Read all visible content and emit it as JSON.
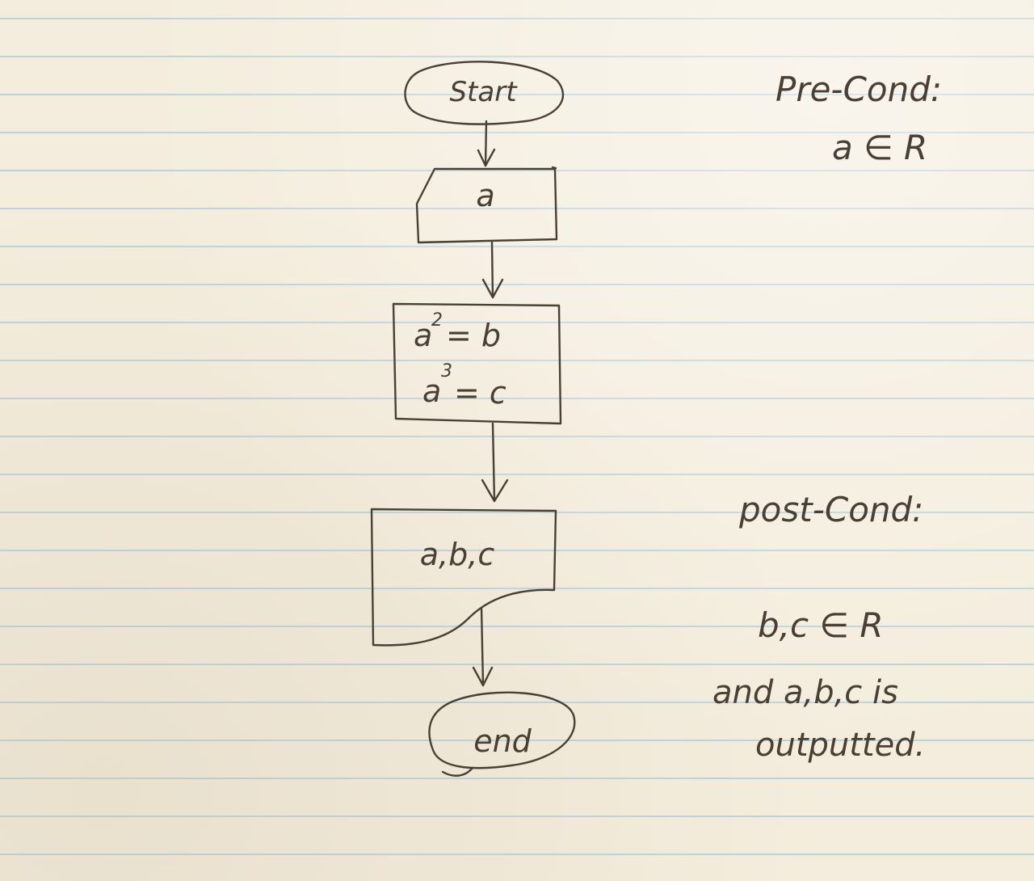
{
  "flowchart": {
    "start": "Start",
    "input": "a",
    "process": {
      "line1_base": "a",
      "line1_exp": "2",
      "line1_rest": "= b",
      "line2_base": "a",
      "line2_exp": "3",
      "line2_rest": "= c"
    },
    "output": "a,b,c",
    "end": "end"
  },
  "notes": {
    "pre_label": "Pre-Cond:",
    "pre_value": "a ∈ R",
    "post_label": "post-Cond:",
    "post_line1": "b,c ∈ R",
    "post_line2": "and a,b,c is",
    "post_line3": "outputted."
  },
  "colors": {
    "ink": "#4a3f35",
    "paper": "#f4eddd",
    "rule": "#bcd3dc"
  }
}
